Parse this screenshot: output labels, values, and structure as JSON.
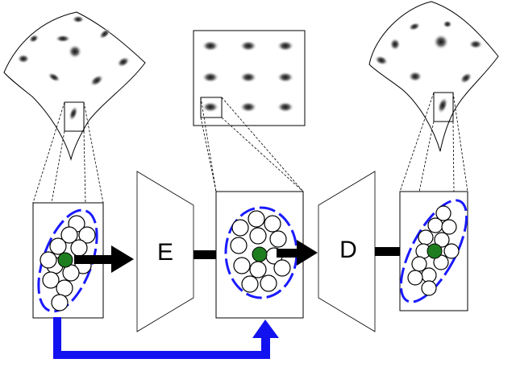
{
  "labels": {
    "encoder": "E",
    "decoder": "D"
  },
  "colors": {
    "ellipse": "#1a1aff",
    "skip_arrow": "#1212f0",
    "center_dot": "#1e7d1e",
    "arrow": "#000000",
    "outline": "#000000",
    "background": "#ffffff"
  },
  "icons": {
    "arrow": "right-arrow-icon",
    "skip": "skip-connection-arrow"
  }
}
